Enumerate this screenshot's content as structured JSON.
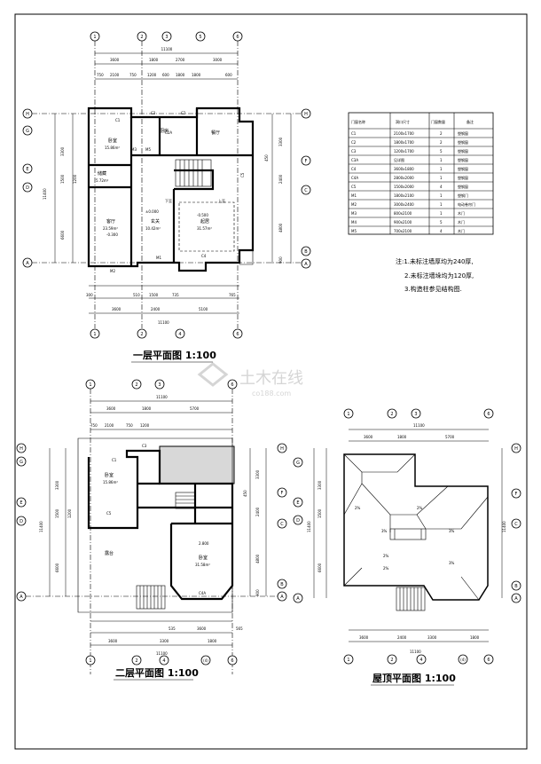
{
  "watermark": {
    "text": "土木在线",
    "sub": "co188.com"
  },
  "plan1": {
    "title": "一层平面图 1:100",
    "axes_top": [
      "1",
      "2",
      "3",
      "5",
      "6"
    ],
    "axes_bottom": [
      "1",
      "2",
      "4",
      "6"
    ],
    "axes_left": [
      "H",
      "G",
      "E",
      "D",
      "A"
    ],
    "axes_right": [
      "H",
      "F",
      "C",
      "B",
      "A"
    ],
    "total": "11100",
    "top_dims1": [
      "3600",
      "1800",
      "2700",
      "3000"
    ],
    "top_dims2": [
      "750",
      "2100",
      "750",
      "1200",
      "600",
      "1800",
      "1800",
      "600"
    ],
    "bottom_dims1": [
      "300",
      "510",
      "1500",
      "735",
      "765"
    ],
    "bottom_dims2": [
      "3600",
      "2400",
      "5100"
    ],
    "left_dims": [
      "3300",
      "1500",
      "1200",
      "6600"
    ],
    "left_total": "11400",
    "right_dims": [
      "3300",
      "450",
      "2400",
      "4800",
      "900"
    ],
    "rooms": [
      {
        "name": "卧室",
        "area": "15.86m²"
      },
      {
        "name": "厨房",
        "area": ""
      },
      {
        "name": "餐厅",
        "area": ""
      },
      {
        "name": "储藏",
        "area": "5.72m²"
      },
      {
        "name": "客厅",
        "area": "23.59m²"
      },
      {
        "name": "玄关",
        "area": "10.42m²"
      },
      {
        "name": "起居",
        "area": "31.57m²"
      }
    ],
    "levels": [
      "±0.000",
      "-0.500",
      "-0.300"
    ],
    "labels": [
      "C1",
      "C2",
      "C3",
      "C4",
      "C5",
      "M1",
      "M2",
      "M3",
      "M5",
      "C2A",
      "下至",
      "上至"
    ]
  },
  "door_table": {
    "headers": [
      "门窗名称",
      "洞口尺寸",
      "门窗数量",
      "备注"
    ],
    "rows": [
      [
        "C1",
        "2100x1700",
        "2",
        "塑钢窗"
      ],
      [
        "C2",
        "1800x1700",
        "2",
        "塑钢窗"
      ],
      [
        "C3",
        "1200x1700",
        "5",
        "塑钢窗"
      ],
      [
        "C3A",
        "见详图",
        "1",
        "塑钢窗"
      ],
      [
        "C4",
        "3600x1800",
        "1",
        "塑钢窗"
      ],
      [
        "C4A",
        "2800x2000",
        "1",
        "塑钢窗"
      ],
      [
        "C5",
        "1500x2000",
        "4",
        "塑钢窗"
      ],
      [
        "M1",
        "1800x2100",
        "1",
        "塑钢门"
      ],
      [
        "M2",
        "3000x2400",
        "1",
        "电动卷帘门"
      ],
      [
        "M3",
        "800x2100",
        "1",
        "木门"
      ],
      [
        "M4",
        "900x2100",
        "5",
        "木门"
      ],
      [
        "M5",
        "700x2100",
        "4",
        "木门"
      ]
    ]
  },
  "notes": [
    "注:1.未标注墙厚均为240厚,",
    "2.未标注墙垛均为120厚,",
    "3.构造柱参见结构图."
  ],
  "plan2": {
    "title": "二层平面图 1:100",
    "axes_top": [
      "1",
      "2",
      "3",
      "6"
    ],
    "axes_bottom": [
      "1",
      "2",
      "4",
      "(4)",
      "6"
    ],
    "axes_left": [
      "H",
      "G",
      "E",
      "D",
      "A"
    ],
    "axes_right": [
      "H",
      "F",
      "C",
      "B",
      "A"
    ],
    "total": "11100",
    "top_dims1": [
      "3600",
      "1800",
      "5700"
    ],
    "top_dims2": [
      "750",
      "2100",
      "750",
      "1200"
    ],
    "bottom_dims1": [
      "535",
      "3600",
      "565"
    ],
    "bottom_dims2": [
      "3600",
      "3300",
      "1800"
    ],
    "left_dims": [
      "3300",
      "1500",
      "1200",
      "6600"
    ],
    "left_total": "11400",
    "right_dims": [
      "3300",
      "450",
      "2400",
      "4800",
      "900"
    ],
    "rooms": [
      {
        "name": "卧室",
        "area": "15.86m²"
      },
      {
        "name": "露台",
        "area": ""
      },
      {
        "name": "卧室",
        "area": "31.58m²"
      }
    ],
    "levels": [
      "2.800"
    ],
    "labels": [
      "C1",
      "C3",
      "C5",
      "C4A"
    ]
  },
  "plan3": {
    "title": "屋顶平面图 1:100",
    "axes_top": [
      "1",
      "2",
      "3",
      "6"
    ],
    "axes_bottom": [
      "1",
      "2",
      "4",
      "(4)",
      "6"
    ],
    "axes_left": [
      "G",
      "E",
      "D",
      "A"
    ],
    "axes_right": [
      "H",
      "F",
      "C",
      "B",
      "A"
    ],
    "total": "11100",
    "top_dims1": [
      "3600",
      "1800",
      "5700"
    ],
    "bottom_dims1": [
      "3600",
      "2400",
      "3300",
      "1800"
    ],
    "left_dims": [
      "3300",
      "1500",
      "6600"
    ],
    "left_total": "11400",
    "slopes": [
      "3%",
      "3%",
      "3%",
      "2%",
      "2%",
      "2%",
      "2%"
    ]
  }
}
